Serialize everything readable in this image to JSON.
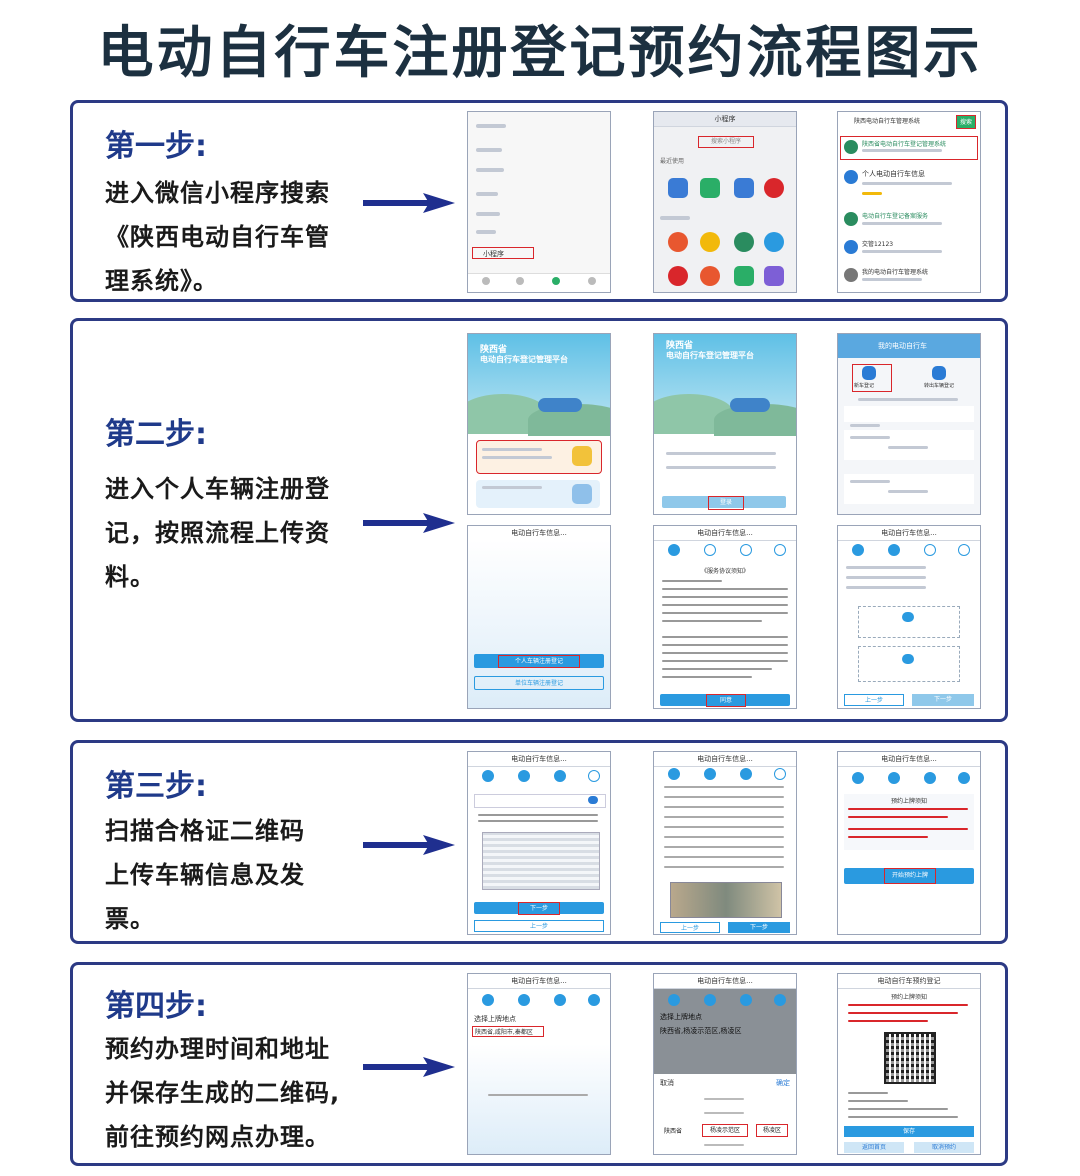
{
  "page_title": "电动自行车注册登记预约流程图示",
  "steps": [
    {
      "heading": "第一步:",
      "desc_lines": [
        "进入微信小程序搜索",
        "《陕西电动自行车管",
        "理系统》。"
      ]
    },
    {
      "heading": "第二步:",
      "desc_lines": [
        "进入个人车辆注册登",
        "记，按照流程上传资",
        "料。"
      ]
    },
    {
      "heading": "第三步:",
      "desc_lines": [
        "扫描合格证二维码",
        "上传车辆信息及发",
        "票。"
      ]
    },
    {
      "heading": "第四步:",
      "desc_lines": [
        "预约办理时间和地址",
        "并保存生成的二维码,",
        "前往预约网点办理。"
      ]
    }
  ],
  "screens": {
    "s1a_item": "小程序",
    "s1b_title": "小程序",
    "s1b_search": "搜索小程序",
    "s1b_recent": "最近使用",
    "s1c_search": "陕西电动自行车管理系统",
    "s1c_button": "搜索",
    "s1c_r1": "陕西省电动自行车登记管理系统",
    "s1c_r2": "个人电动自行车信息",
    "s1c_r3": "电动自行车登记备案服务",
    "s1c_r4": "交管12123",
    "s1c_r5": "我的电动自行车管理系统",
    "s2a_title1": "陕西省",
    "s2a_title2": "电动自行车登记管理平台",
    "s2b_title1": "陕西省",
    "s2b_title2": "电动自行车登记管理平台",
    "s2b_btn": "登录",
    "s2c_header": "我的电动自行车",
    "s2c_tab1": "新车登记",
    "s2c_tab2": "转出车辆登记",
    "s2d_title": "电动自行车信息...",
    "s2d_btn1": "个人车辆注册登记",
    "s2d_btn2": "单位车辆注册登记",
    "s2e_title": "电动自行车信息...",
    "s2e_doc": "《服务协议须知》",
    "s2e_btn": "同意",
    "s2f_title": "电动自行车信息...",
    "s2f_prev": "上一步",
    "s2f_next": "下一步",
    "s3a_title": "电动自行车信息...",
    "s3a_btn": "下一步",
    "s3a_btn2": "上一步",
    "s3b_title": "电动自行车信息...",
    "s3b_prev": "上一步",
    "s3b_next": "下一步",
    "s3c_title": "电动自行车信息...",
    "s3c_notice": "预约上牌须知",
    "s3c_btn": "开始预约上牌",
    "s4a_title": "电动自行车信息...",
    "s4a_label": "选择上牌地点",
    "s4a_value": "陕西省,咸阳市,秦都区",
    "s4b_title": "电动自行车信息...",
    "s4b_label": "选择上牌地点",
    "s4b_value": "陕西省,杨凌示范区,杨凌区",
    "s4b_cancel": "取消",
    "s4b_ok": "确定",
    "s4b_col1": "陕西省",
    "s4b_col2": "杨凌示范区",
    "s4b_col3": "杨凌区",
    "s4c_title": "电动自行车预约登记",
    "s4c_notice": "预约上牌须知",
    "s4c_btn": "保存",
    "s4c_btn2": "返回首页",
    "s4c_btn3": "取消预约"
  },
  "colors": {
    "title": "#1c3040",
    "border": "#2c3a84",
    "heading": "#1f3a8a",
    "arrow": "#1f2f8f",
    "highlight": "#d9262b",
    "button": "#2a9ae0"
  }
}
